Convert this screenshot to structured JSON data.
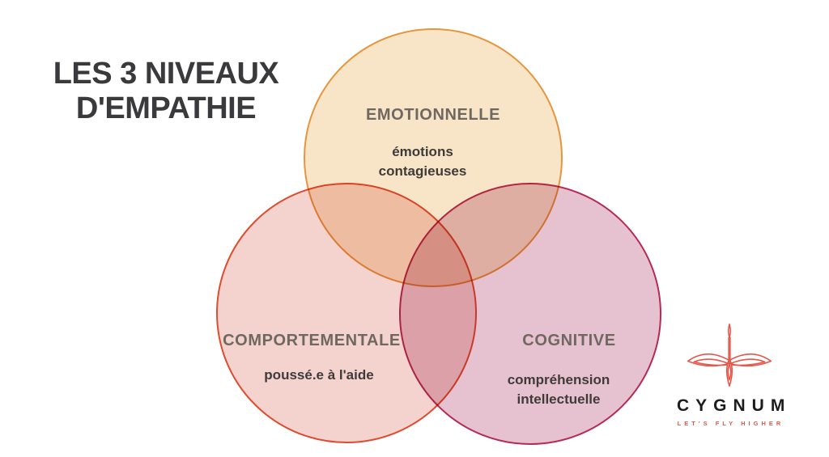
{
  "title": {
    "line1": "LES 3 NIVEAUX",
    "line2": "D'EMPATHIE"
  },
  "venn": {
    "top": {
      "label": "EMOTIONNELLE",
      "desc_line1": "émotions",
      "desc_line2": "contagieuses",
      "fill_color": "#F8E5C7",
      "border_color": "#E5953C"
    },
    "left": {
      "label": "COMPORTEMENTALE",
      "desc_line1": "poussé.e à l'aide",
      "fill_color": "#F4D2CE",
      "border_color": "#E04B2F"
    },
    "right": {
      "label": "COGNITIVE",
      "desc_line1": "compréhension",
      "desc_line2": "intellectuelle",
      "fill_color": "#E6C2D0",
      "border_color": "#B62A53"
    }
  },
  "logo": {
    "icon": "crane-bird-icon",
    "brand": "CYGNUM",
    "tagline": "LET'S FLY HIGHER",
    "accent_color": "#E4574B",
    "brand_color": "#1D1D1F"
  },
  "text_colors": {
    "title": "#3A393C",
    "label": "#6F6861",
    "desc": "#3F3B39"
  }
}
